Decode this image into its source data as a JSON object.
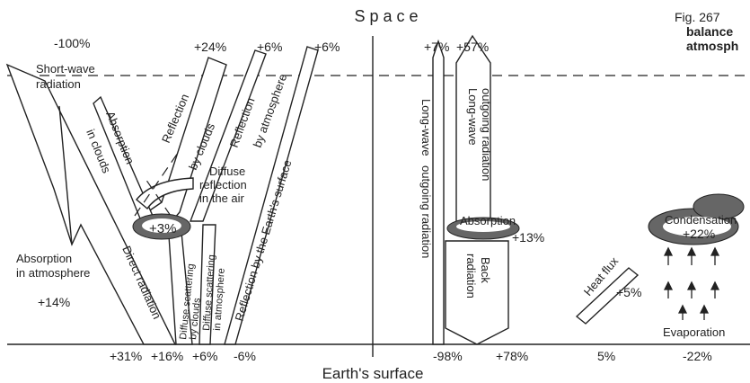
{
  "top_label": "S p a c e",
  "bottom_label": "Earth's surface",
  "caption": {
    "line1": "Fig. 267",
    "line2": "balance",
    "line3": "atmosph"
  },
  "left": {
    "incoming_pct": "-100%",
    "shortwave_line1": "Short-wave",
    "shortwave_line2": "radiation",
    "refl_clouds_pct": "+24%",
    "refl_atm_pct": "+6%",
    "refl_surface_pct": "+6%",
    "refl_clouds_line1": "Reflection",
    "refl_clouds_line2": "by clouds",
    "refl_atm_line1": "Reflection",
    "refl_atm_line2": "by atmosphere",
    "refl_surface_label": "Reflection by the Earth's surface",
    "absorption_clouds_line1": "Absorption",
    "absorption_clouds_line2": "in clouds",
    "diffuse_refl_line1": "Diffuse",
    "diffuse_refl_line2": "reflection",
    "diffuse_refl_line3": "in the air",
    "cloud_pct": "+3%",
    "abs_atm_line1": "Absorption",
    "abs_atm_line2": "in atmosphere",
    "abs_atm_pct": "+14%",
    "direct_radiation": "Direct radiation",
    "diffuse_clouds_line1": "Diffuse scattering",
    "diffuse_clouds_line2": "by clouds",
    "diffuse_atm_line1": "Diffuse scattering",
    "diffuse_atm_line2": "in atmosphere",
    "bottom_direct_pct": "+31%",
    "bottom_scatter_clouds_pct": "+16%",
    "bottom_scatter_atm_pct": "+6%",
    "bottom_reflect_pct": "-6%"
  },
  "middle": {
    "top_small_pct": "+7%",
    "top_big_pct": "+57%",
    "lw_left_line1": "Long-wave",
    "lw_left_line2": "outgoing radiation",
    "lw_right_line1": "Long-wave",
    "lw_right_line2": "outgoing radiation",
    "absorption": "Absorption",
    "absorption_pct": "+13%",
    "back_line1": "Back",
    "back_line2": "radiation",
    "bottom_left_pct": "-98%",
    "bottom_right_pct": "+78%"
  },
  "right": {
    "heat_flux": "Heat flux",
    "heat_flux_pct": "+5%",
    "condensation": "Condensation",
    "cloud_pct": "+22%",
    "evaporation": "Evaporation",
    "bottom_flux_pct": "5%",
    "bottom_evap_pct": "-22%"
  }
}
